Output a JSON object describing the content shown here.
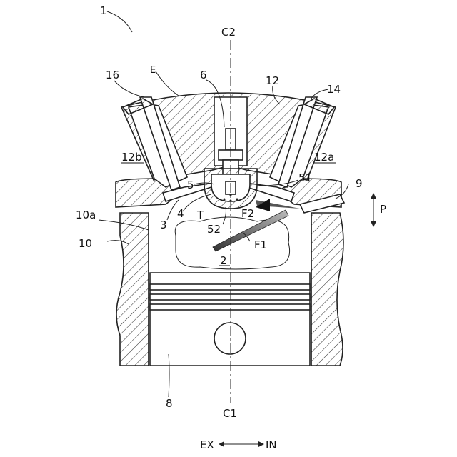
{
  "labels": {
    "device": "1",
    "axis_top": "C2",
    "axis_bottom": "C1",
    "exhaust_valve": "16",
    "e": "E",
    "spark_plug": "6",
    "head": "12",
    "intake_valve": "14",
    "exhaust_port": "12b",
    "intake_port": "12a",
    "injector": "9",
    "p": "P",
    "c51": "51",
    "c5": "5",
    "c4": "4",
    "t": "T",
    "c3": "3",
    "f2": "F2",
    "c52": "52",
    "f1": "F1",
    "wall_a": "10a",
    "block": "10",
    "chamber": "2",
    "piston": "8",
    "ex": "EX",
    "in": "IN"
  }
}
